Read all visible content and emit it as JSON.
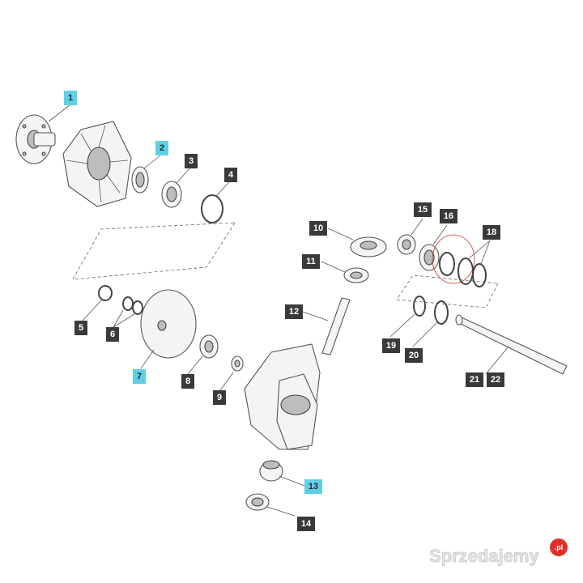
{
  "diagram": {
    "labels": [
      {
        "id": "1",
        "text": "1",
        "style": "cyan"
      },
      {
        "id": "2",
        "text": "2",
        "style": "cyan"
      },
      {
        "id": "3",
        "text": "3",
        "style": "dark"
      },
      {
        "id": "4",
        "text": "4",
        "style": "dark"
      },
      {
        "id": "5",
        "text": "5",
        "style": "dark"
      },
      {
        "id": "6",
        "text": "6",
        "style": "dark"
      },
      {
        "id": "7",
        "text": "7",
        "style": "cyan"
      },
      {
        "id": "8",
        "text": "8",
        "style": "dark"
      },
      {
        "id": "9",
        "text": "9",
        "style": "dark"
      },
      {
        "id": "10",
        "text": "10",
        "style": "dark"
      },
      {
        "id": "11",
        "text": "11",
        "style": "dark"
      },
      {
        "id": "12",
        "text": "12",
        "style": "dark"
      },
      {
        "id": "13",
        "text": "13",
        "style": "cyan"
      },
      {
        "id": "14",
        "text": "14",
        "style": "dark"
      },
      {
        "id": "15",
        "text": "15",
        "style": "dark"
      },
      {
        "id": "16",
        "text": "16",
        "style": "dark"
      },
      {
        "id": "18",
        "text": "18",
        "style": "dark"
      },
      {
        "id": "19",
        "text": "19",
        "style": "dark"
      },
      {
        "id": "20",
        "text": "20",
        "style": "dark"
      },
      {
        "id": "21",
        "text": "21",
        "style": "dark"
      },
      {
        "id": "22",
        "text": "22",
        "style": "dark"
      }
    ],
    "colors": {
      "cyan_label": "#5fd0e4",
      "dark_label": "#3a3a3a",
      "highlight_ring": "#c0392b",
      "watermark_dot": "#e0302a"
    }
  },
  "watermark": {
    "text": "Sprzedajemy",
    "suffix": ".pl"
  }
}
